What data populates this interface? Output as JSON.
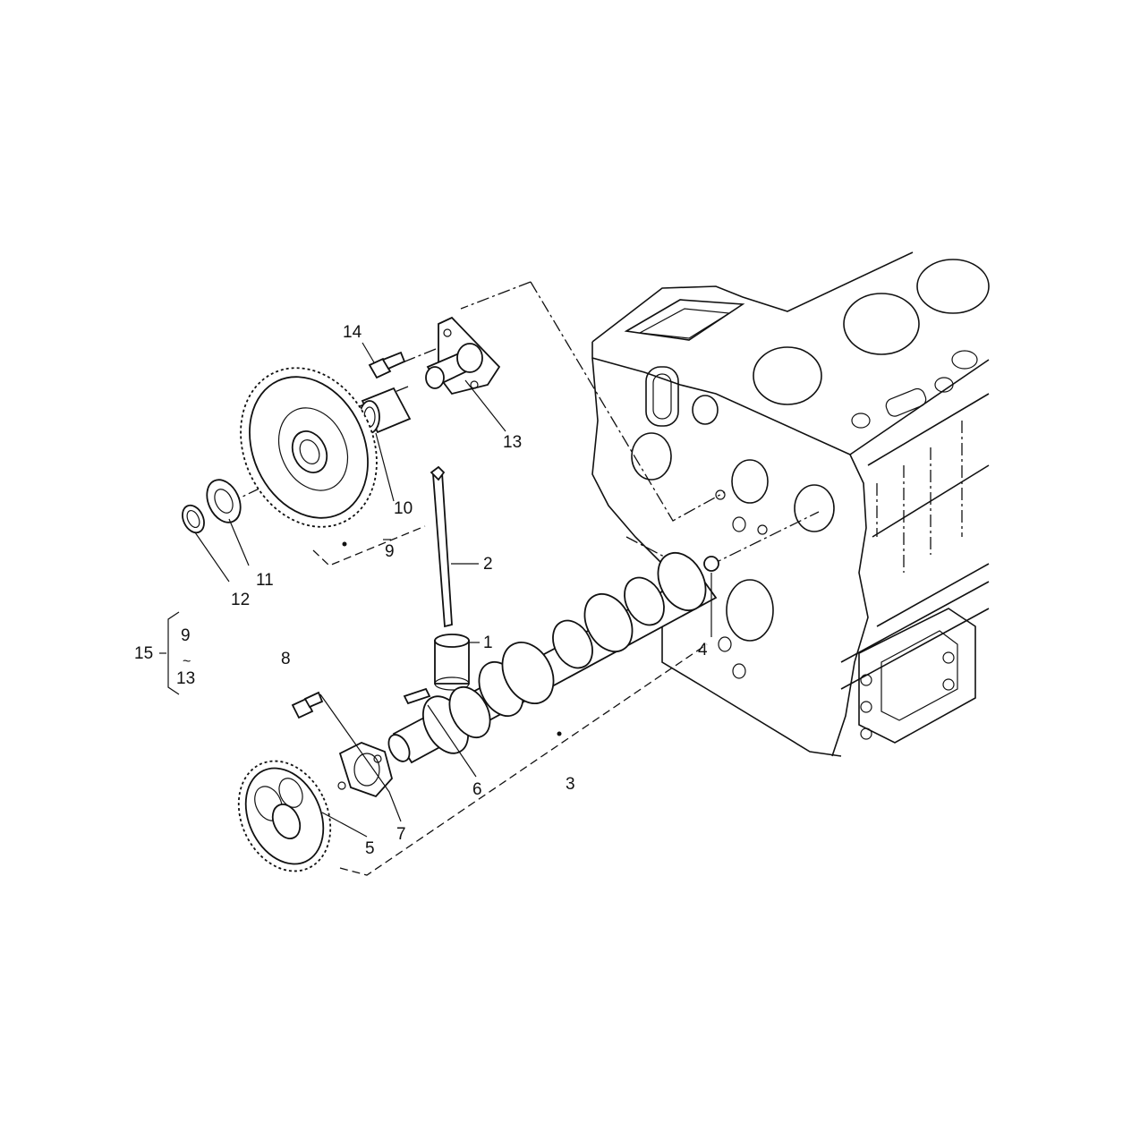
{
  "callouts": {
    "c1": "1",
    "c2": "2",
    "c3": "3",
    "c4": "4",
    "c5": "5",
    "c6": "6",
    "c7": "7",
    "c8": "8",
    "c9": "9",
    "c10": "10",
    "c11": "11",
    "c12": "12",
    "c13": "13",
    "c14": "14",
    "c15": "15"
  },
  "assembly_group": {
    "label": "15",
    "range_from": "9",
    "range_symbol": "~",
    "range_to": "13"
  }
}
